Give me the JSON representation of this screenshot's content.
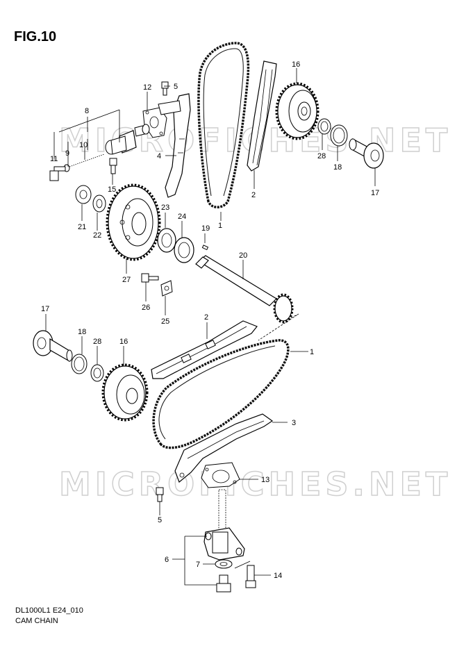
{
  "figure": {
    "title": "FIG.10"
  },
  "footer": {
    "code": "DL1000L1 E24_010",
    "caption": "CAM CHAIN"
  },
  "watermark": {
    "text": "MICROFICHES.NET"
  },
  "callouts": {
    "c1a": "1",
    "c1b": "1",
    "c2a": "2",
    "c2b": "2",
    "c3": "3",
    "c4": "4",
    "c5a": "5",
    "c5b": "5",
    "c6": "6",
    "c7": "7",
    "c8": "8",
    "c9": "9",
    "c10": "10",
    "c11": "11",
    "c12": "12",
    "c13": "13",
    "c14": "14",
    "c15": "15",
    "c16a": "16",
    "c16b": "16",
    "c17a": "17",
    "c17b": "17",
    "c18a": "18",
    "c18b": "18",
    "c19": "19",
    "c20": "20",
    "c21": "21",
    "c22": "22",
    "c23": "23",
    "c24": "24",
    "c25": "25",
    "c26": "26",
    "c27": "27",
    "c28a": "28",
    "c28b": "28"
  }
}
